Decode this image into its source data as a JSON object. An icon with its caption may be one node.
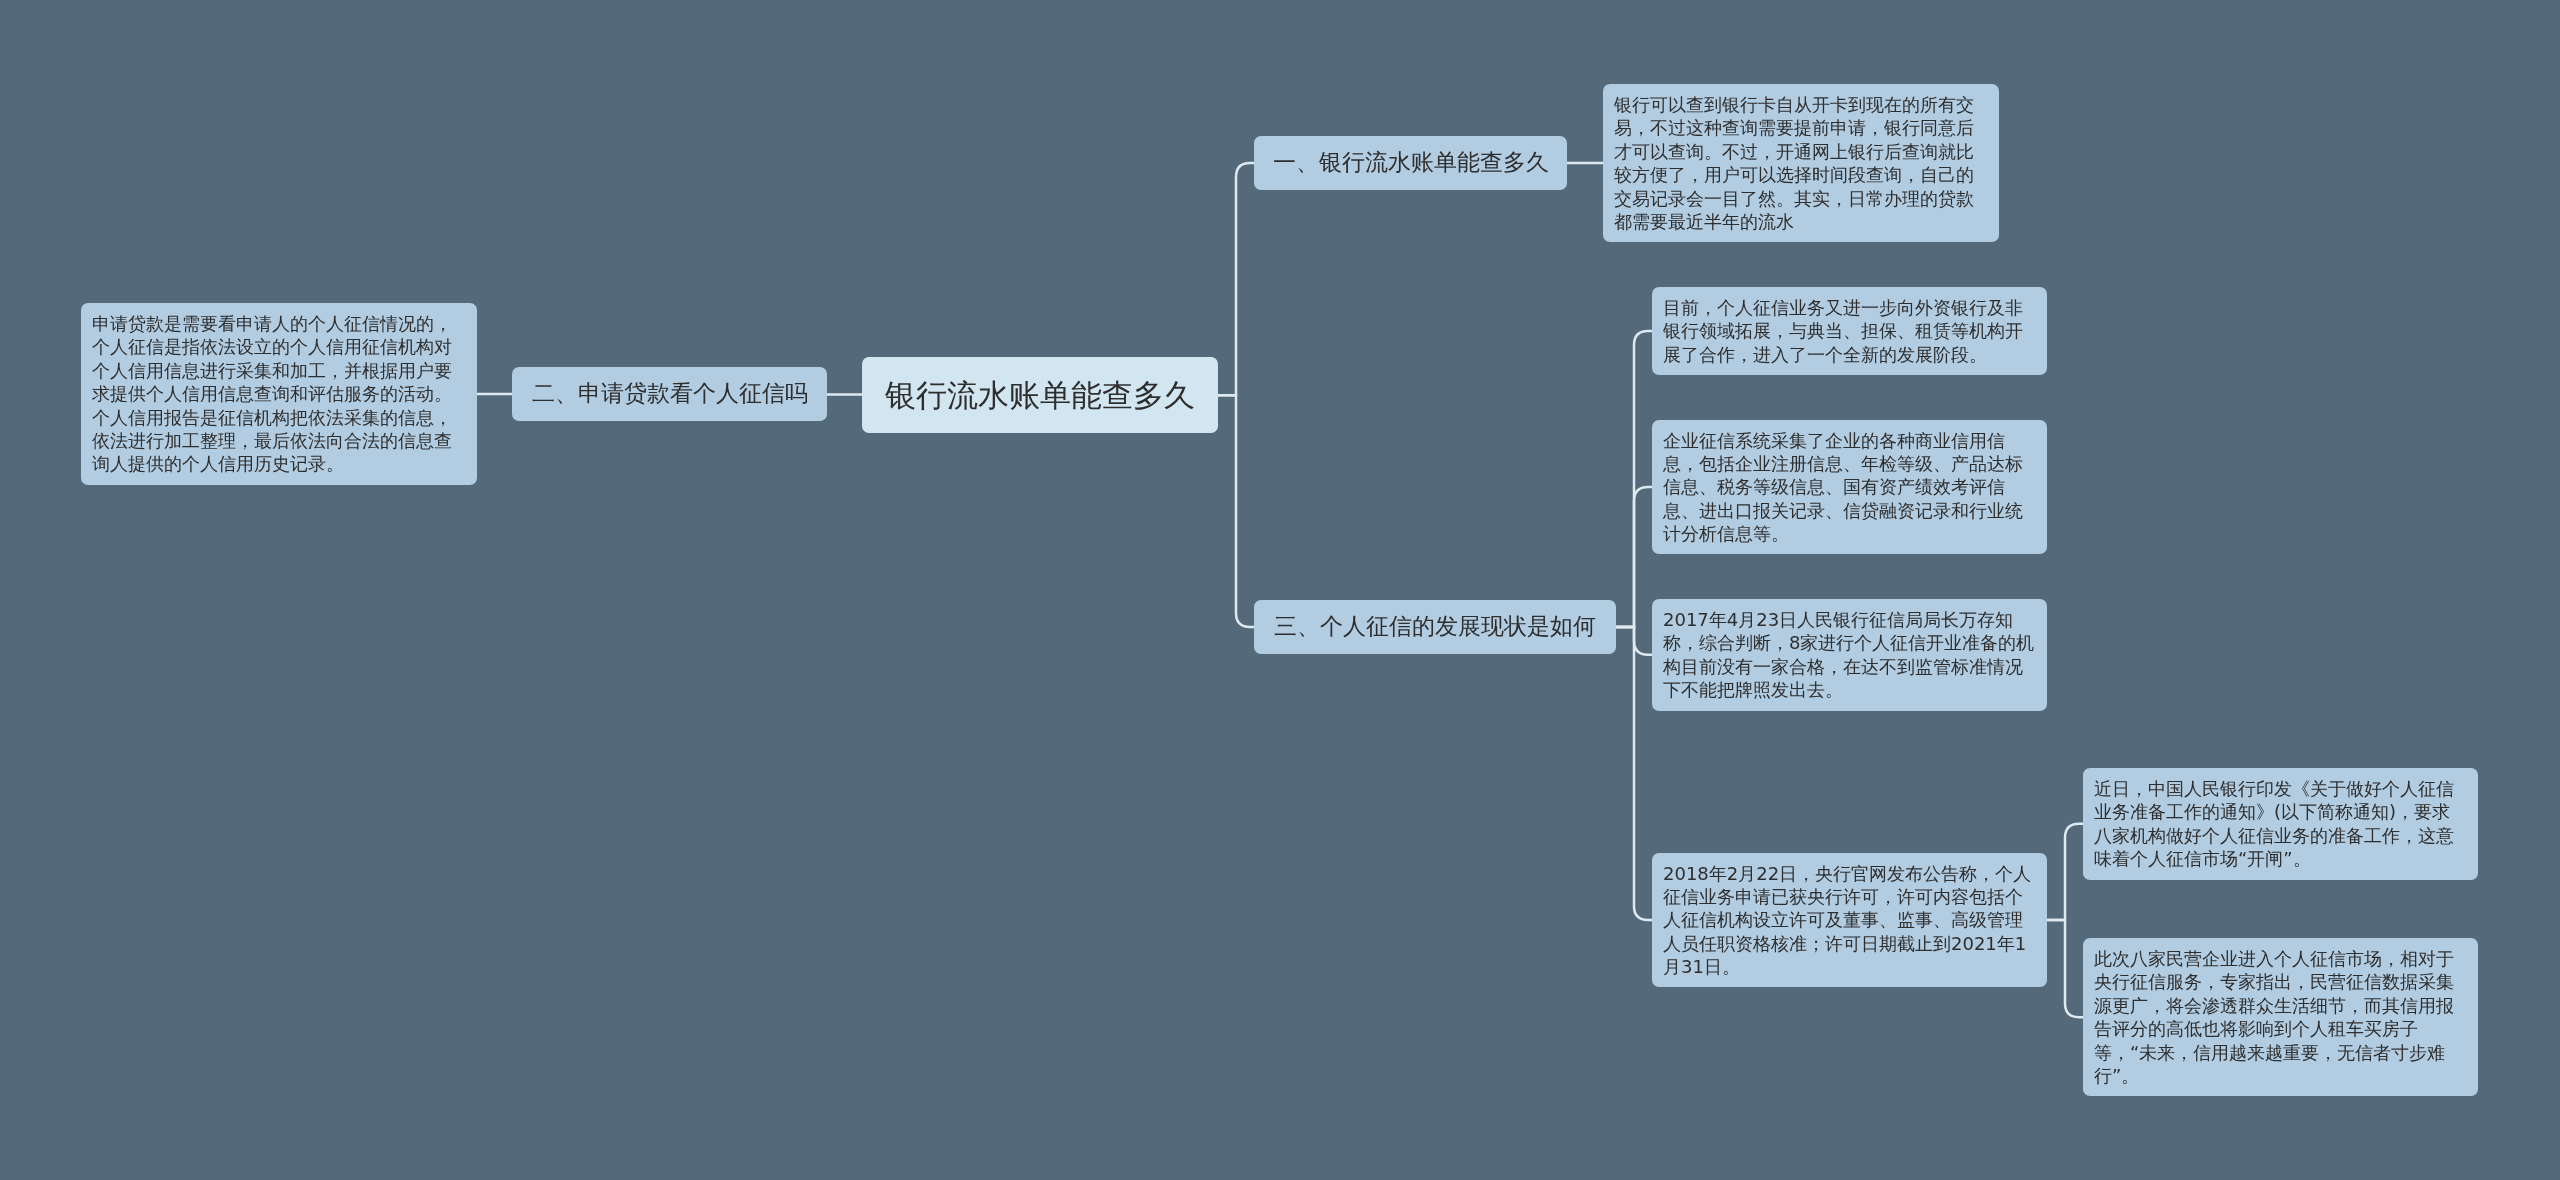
{
  "diagram": {
    "nodes": [
      {
        "text": [
          "银行流水账单能查多久"
        ]
      },
      {
        "text": [
          "一、银行流水账单能查多久"
        ]
      },
      {
        "text": [
          "银行可以查到银行卡自从开卡到现在的所有交易，不过这种查询需要提前申请，银行同意后才可以查询。不过，开通网上银行后查询就比较方便了，用户可以选择时间段查询，自己的交易记录会一目了然。其实，日常办理的贷款都需要最近半年的流水"
        ]
      },
      {
        "text": [
          "二、申请贷款看个人征信吗"
        ]
      },
      {
        "text": [
          "申请贷款是需要看申请人的个人征信情况的，个人征信是指依法设立的个人信用征信机构对个人信用信息进行采集和加工，并根据用户要求提供个人信用信息查询和评估服务的活动。个人信用报告是征信机构把依法采集的信息，依法进行加工整理，最后依法向合法的信息查询人提供的个人信用历史记录。"
        ]
      },
      {
        "text": [
          "三、个人征信的发展现状是如何"
        ]
      },
      {
        "text": [
          "目前，个人征信业务又进一步向外资银行及非银行领域拓展，与典当、担保、租赁等机构开展了合作，进入了一个全新的发展阶段。"
        ]
      },
      {
        "text": [
          "企业征信系统采集了企业的各种商业信用信息，包括企业注册信息、年检等级、产品达标信息、税务等级信息、国有资产绩效考评信息、进出口报关记录、信贷融资记录和行业统计分析信息等。"
        ]
      },
      {
        "text": [
          "2017年4月23日人民银行征信局局长万存知称，综合判断，8家进行个人征信开业准备的机构目前没有一家合格，在达不到监管标准情况下不能把牌照发出去。"
        ]
      },
      {
        "text": [
          "2018年2月22日，央行官网发布公告称，个人征信业务申请已获央行许可，许可内容包括个人征信机构设立许可及董事、监事、高级管理人员任职资格核准；许可日期截止到2021年1月31日。"
        ]
      },
      {
        "text": [
          "近日，中国人民银行印发《关于做好个人征信业务准备工作的通知》(以下简称通知)，要求八家机构做好个人征信业务的准备工作，这意味着个人征信市场“开闸”。"
        ]
      },
      {
        "text": [
          "此次八家民营企业进入个人征信市场，相对于央行征信服务，专家指出，民营征信数据采集源更广，将会渗透群众生活细节，而其信用报告评分的高低也将影响到个人租车买房子等，“未来，信用越来越重要，无信者寸步难行”。"
        ]
      }
    ],
    "edges": [
      {
        "from": 0,
        "to": 1,
        "arrow": "none"
      },
      {
        "from": 1,
        "to": 2,
        "arrow": "none"
      },
      {
        "from": 0,
        "to": 3,
        "arrow": "none"
      },
      {
        "from": 3,
        "to": 4,
        "arrow": "none"
      },
      {
        "from": 0,
        "to": 5,
        "arrow": "none"
      },
      {
        "from": 5,
        "to": 6,
        "arrow": "none"
      },
      {
        "from": 5,
        "to": 7,
        "arrow": "none"
      },
      {
        "from": 5,
        "to": 8,
        "arrow": "none"
      },
      {
        "from": 5,
        "to": 9,
        "arrow": "none"
      },
      {
        "from": 9,
        "to": 10,
        "arrow": "none"
      },
      {
        "from": 9,
        "to": 11,
        "arrow": "none"
      }
    ]
  }
}
